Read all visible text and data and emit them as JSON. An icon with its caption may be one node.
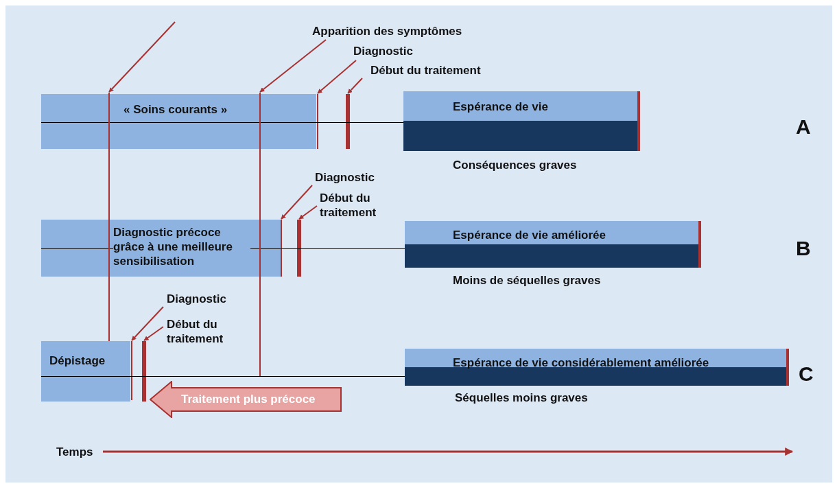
{
  "diagram": {
    "nodes": [
      {
        "text": [
          "« Soins courants »"
        ]
      },
      {
        "text": [
          "Espérance de vie"
        ],
        "beside": [
          "Conséquences graves"
        ]
      },
      {
        "text": [
          "Diagnostic précoce grâce à une meilleure sensibilisation"
        ]
      },
      {
        "text": [
          "Espérance de vie améliorée"
        ],
        "beside": [
          "Moins de séquelles graves"
        ]
      },
      {
        "text": [
          "Dépistage"
        ]
      },
      {
        "text": [
          "Espérance de vie considérablement améliorée"
        ],
        "beside": [
          "Séquelles moins graves"
        ]
      },
      {
        "text": [
          "Traitement plus précoce"
        ]
      },
      {
        "text": [
          "Apparition des symptômes"
        ]
      },
      {
        "text": [
          "Diagnostic"
        ]
      },
      {
        "text": [
          "Début du traitement"
        ]
      },
      {
        "text": [
          "Diagnostic"
        ]
      },
      {
        "text": [
          "Début du traitement"
        ]
      },
      {
        "text": [
          "Diagnostic"
        ]
      },
      {
        "text": [
          "Début du traitement"
        ]
      },
      {
        "text": [],
        "shape": "bar"
      },
      {
        "text": [],
        "shape": "bar"
      },
      {
        "text": [],
        "shape": "bar"
      },
      {
        "text": [],
        "shape": "bar"
      },
      {
        "text": [],
        "shape": "bar"
      },
      {
        "text": [],
        "shape": "bar"
      },
      {
        "text": [],
        "shape": "bar"
      },
      {
        "text": [],
        "shape": "bar"
      }
    ],
    "edges": [
      {
        "from": null,
        "to": 14,
        "arrow": "to"
      },
      {
        "from": 7,
        "to": 15,
        "arrow": "to"
      },
      {
        "from": 8,
        "to": 16,
        "arrow": "to"
      },
      {
        "from": 9,
        "to": 17,
        "arrow": "to"
      },
      {
        "from": 10,
        "to": 18,
        "arrow": "to"
      },
      {
        "from": 11,
        "to": 19,
        "arrow": "to"
      },
      {
        "from": 12,
        "to": 20,
        "arrow": "to"
      },
      {
        "from": 13,
        "to": 21,
        "arrow": "to"
      },
      {
        "from": 0,
        "to": 1,
        "arrow": "none",
        "color": "#000000"
      },
      {
        "from": 2,
        "to": 3,
        "arrow": "none",
        "color": "#000000"
      },
      {
        "from": 4,
        "to": 5,
        "arrow": "none",
        "color": "#000000"
      }
    ],
    "labels": [
      "A",
      "B",
      "C",
      "Temps"
    ]
  }
}
